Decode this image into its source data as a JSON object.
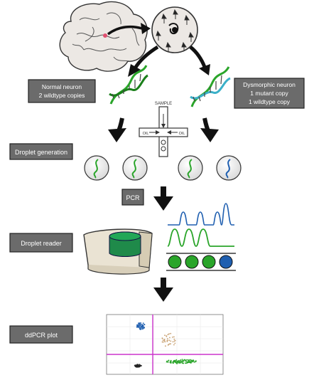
{
  "labels": {
    "normal_line1": "Normal neuron",
    "normal_line2": "2 wildtype copies",
    "dysm_line1": "Dysmorphic neuron",
    "dysm_line2": "1 mutant copy",
    "dysm_line3": "1 wildtype copy",
    "droplet_generation": "Droplet generation",
    "pcr": "PCR",
    "droplet_reader": "Droplet reader",
    "ddpcr_plot": "ddPCR plot",
    "chip_top": "SAMPLE",
    "chip_left": "OIL",
    "chip_right": "OIL"
  },
  "colors": {
    "wildtype": "#2aa52a",
    "mutant": "#1f5fb0",
    "threshold": "#cc33cc",
    "box_fill": "#6b6b6b",
    "background_cluster": "#222222",
    "double_cluster": "#c8a070"
  },
  "icons": [
    "brain-icon",
    "neuron-cell-icon",
    "dna-helix-icon",
    "droplet-chip-icon",
    "droplet-icon",
    "droplet-reader-icon",
    "down-arrow-icon"
  ]
}
